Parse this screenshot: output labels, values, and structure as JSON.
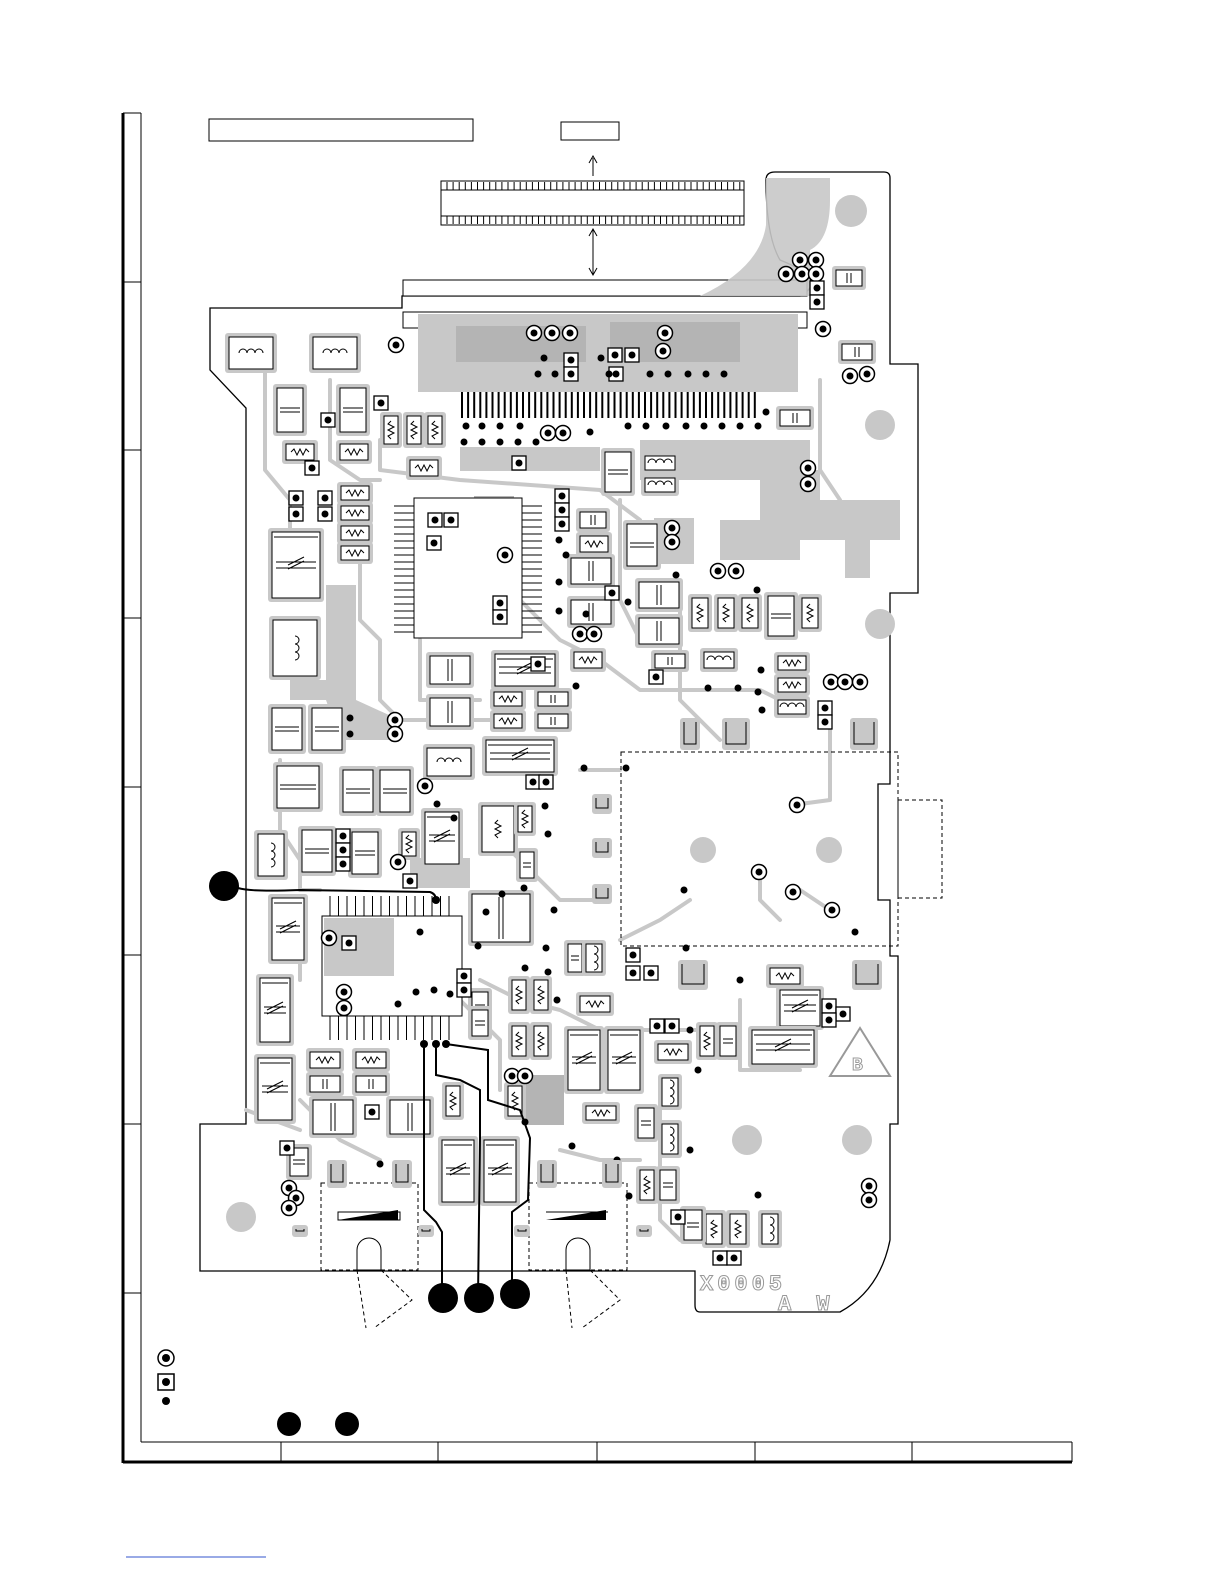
{
  "board": {
    "silkscreen_code_1": "X0005",
    "silkscreen_code_2": "A W",
    "side_mark": "B"
  },
  "colors": {
    "ink": "#000000",
    "copper": "#c8c8c8",
    "paper": "#ffffff"
  },
  "legend": {
    "items": [
      {
        "name": "via-circle-icon"
      },
      {
        "name": "square-pad-icon"
      },
      {
        "name": "dot-icon"
      }
    ]
  }
}
